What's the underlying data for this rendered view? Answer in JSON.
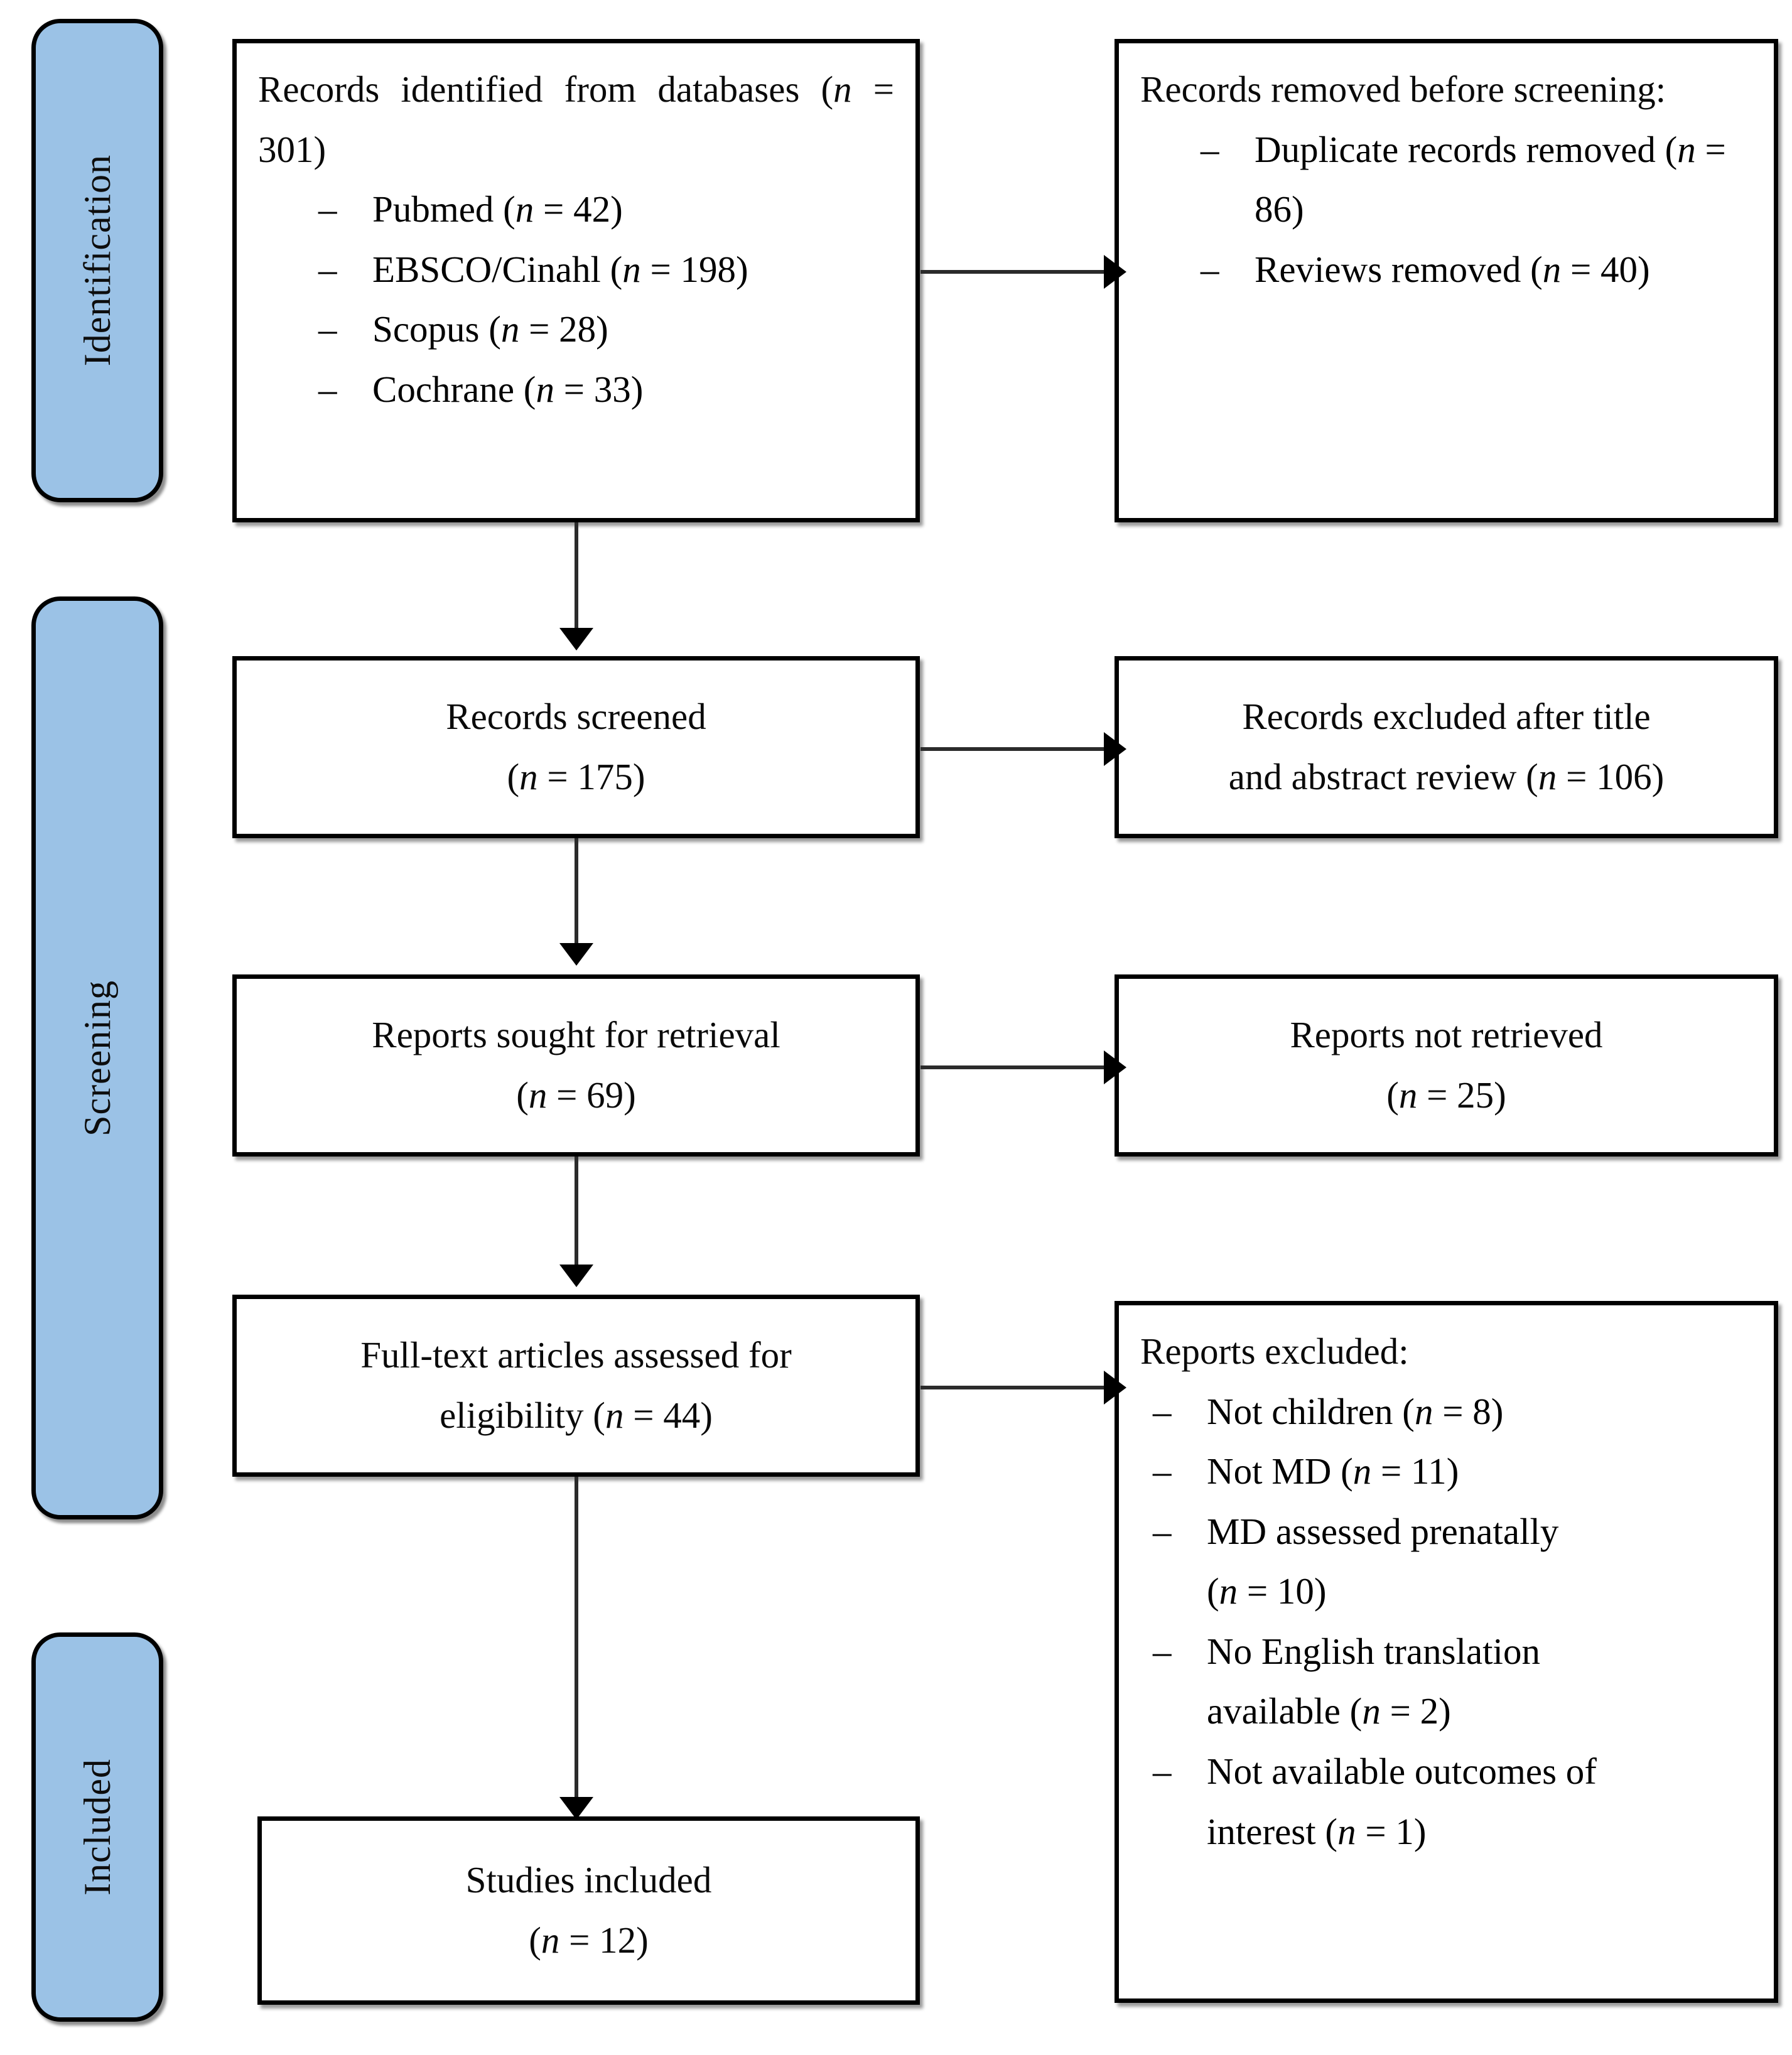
{
  "diagram": {
    "title": "PRISMA 2020 flow diagram",
    "colors": {
      "stage_bar_fill": "#9BC2E6",
      "box_border": "#000000",
      "box_fill": "#FFFFFF",
      "connector": "#2B2B2B",
      "text": "#0A0A0A"
    }
  },
  "stages": [
    {
      "id": "identification",
      "label": "Identification"
    },
    {
      "id": "screening",
      "label": "Screening"
    },
    {
      "id": "included",
      "label": "Included"
    }
  ],
  "boxes": {
    "records_identified": {
      "heading": "Records identified from databases (",
      "heading_italic_n": "n",
      "heading_tail": " = 301)",
      "full_text": "Records identified from databases (n = 301)",
      "sources": [
        {
          "name": "Pubmed",
          "n_label": "n",
          "n_value": "= 42)",
          "text": "Pubmed (n = 42)"
        },
        {
          "name": "EBSCO/Cinahl",
          "n_label": "n",
          "n_value": "= 198)",
          "text": "EBSCO/Cinahl (n = 198)"
        },
        {
          "name": "Scopus",
          "n_label": "n",
          "n_value": "= 28)",
          "text": "Scopus (n = 28)"
        },
        {
          "name": "Cochrane",
          "n_label": "n",
          "n_value": "= 33)",
          "text": "Cochrane (n = 33)"
        }
      ]
    },
    "records_removed": {
      "heading": "Records removed before screening:",
      "items": [
        {
          "text": "Duplicate records removed (n = 86)",
          "label": "Duplicate records removed (",
          "n_value": " = 86)"
        },
        {
          "text": "Reviews removed (n = 40)",
          "label": "Reviews removed (",
          "n_value": " = 40)"
        }
      ]
    },
    "records_screened": {
      "line1": "Records screened",
      "line2_open": "(",
      "line2_n": "n",
      "line2_tail": " = 175)",
      "full_text": "Records screened (n = 175)"
    },
    "records_excluded": {
      "line1": "Records excluded after title",
      "line2": "and abstract review (",
      "line2_n": "n",
      "line2_tail": " = 106)",
      "full_text": "Records excluded after title and abstract review (n = 106)"
    },
    "reports_sought": {
      "line1": "Reports sought for retrieval",
      "line2_open": "(",
      "line2_n": "n",
      "line2_tail": " = 69)",
      "full_text": "Reports sought for retrieval (n = 69)"
    },
    "reports_not_retrieved": {
      "line1": "Reports not retrieved",
      "line2_open": "(",
      "line2_n": "n",
      "line2_tail": " = 25)",
      "full_text": "Reports not retrieved (n = 25)"
    },
    "full_text_assessed": {
      "line1": "Full-text articles assessed for",
      "line2": "eligibility (",
      "line2_n": "n",
      "line2_tail": " = 44)",
      "full_text": "Full-text articles assessed for eligibility (n = 44)"
    },
    "reports_excluded": {
      "heading": "Reports excluded:",
      "items": [
        {
          "text": "Not children (n = 8)",
          "label": "Not children (",
          "n_value": " = 8)"
        },
        {
          "text": "Not MD (n = 11)",
          "label": "Not MD (",
          "n_value": " = 11)"
        },
        {
          "text": "MD assessed prenatally (n = 10)",
          "label": "MD assessed prenatally",
          "n_value": " = 10)"
        },
        {
          "text": "No English translation available (n = 2)",
          "label": "No English translation available (",
          "n_value": " = 2)"
        },
        {
          "text": "Not available outcomes of interest (n = 1)",
          "label": "Not available outcomes of interest (",
          "n_value": " = 1)"
        }
      ]
    },
    "studies_included": {
      "line1": "Studies included",
      "line2_open": "(",
      "line2_n": "n",
      "line2_tail": " = 12)",
      "full_text": "Studies included (n = 12)"
    }
  },
  "counts": {
    "identified_total": 301,
    "pubmed": 42,
    "ebsco_cinahl": 198,
    "scopus": 28,
    "cochrane": 33,
    "duplicates_removed": 86,
    "reviews_removed": 40,
    "screened": 175,
    "excluded_title_abstract": 106,
    "sought_retrieval": 69,
    "not_retrieved": 25,
    "assessed_eligibility": 44,
    "excl_not_children": 8,
    "excl_not_md": 11,
    "excl_md_prenatal": 10,
    "excl_no_english": 2,
    "excl_no_outcomes": 1,
    "included": 12
  }
}
